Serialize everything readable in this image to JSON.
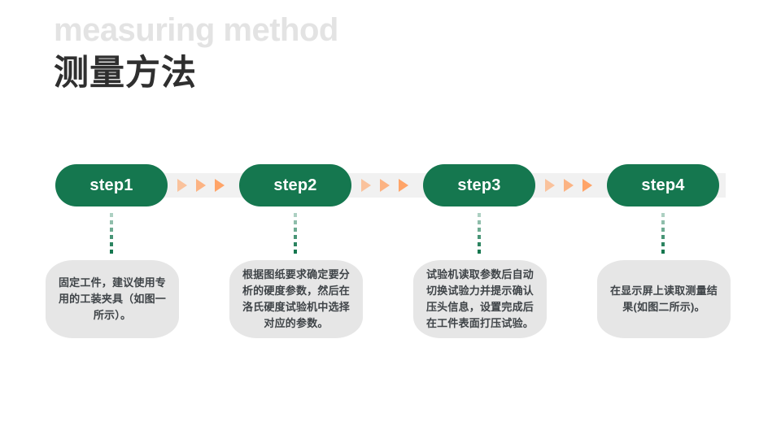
{
  "header": {
    "title_en": "measuring method",
    "title_zh": "测量方法",
    "color_en": "#e3e3e3",
    "color_zh": "#2f2f2f"
  },
  "theme": {
    "pill_green": "#15774f",
    "arrow_orange": "#ffa468",
    "bar_gray": "#f1f1f1",
    "card_gray": "#e6e6e6",
    "card_text": "#3f4448"
  },
  "flow": {
    "steps": [
      {
        "label": "step1",
        "description": "固定工件，建议使用专用的工装夹具（如图一所示）。"
      },
      {
        "label": "step2",
        "description": "根据图纸要求确定要分析的硬度参数，然后在洛氏硬度试验机中选择对应的参数。"
      },
      {
        "label": "step3",
        "description": "试验机读取参数后自动切换试验力并提示确认压头信息，设置完成后在工件表面打压试验。"
      },
      {
        "label": "step4",
        "description": "在显示屏上读取测量结果(如图二所示)。"
      }
    ],
    "connectors": [
      {
        "arrows": [
          "arrow-right-icon",
          "arrow-right-icon",
          "arrow-right-icon"
        ]
      },
      {
        "arrows": [
          "arrow-right-icon",
          "arrow-right-icon",
          "arrow-right-icon"
        ]
      },
      {
        "arrows": [
          "arrow-right-icon",
          "arrow-right-icon",
          "arrow-right-icon"
        ]
      }
    ]
  }
}
